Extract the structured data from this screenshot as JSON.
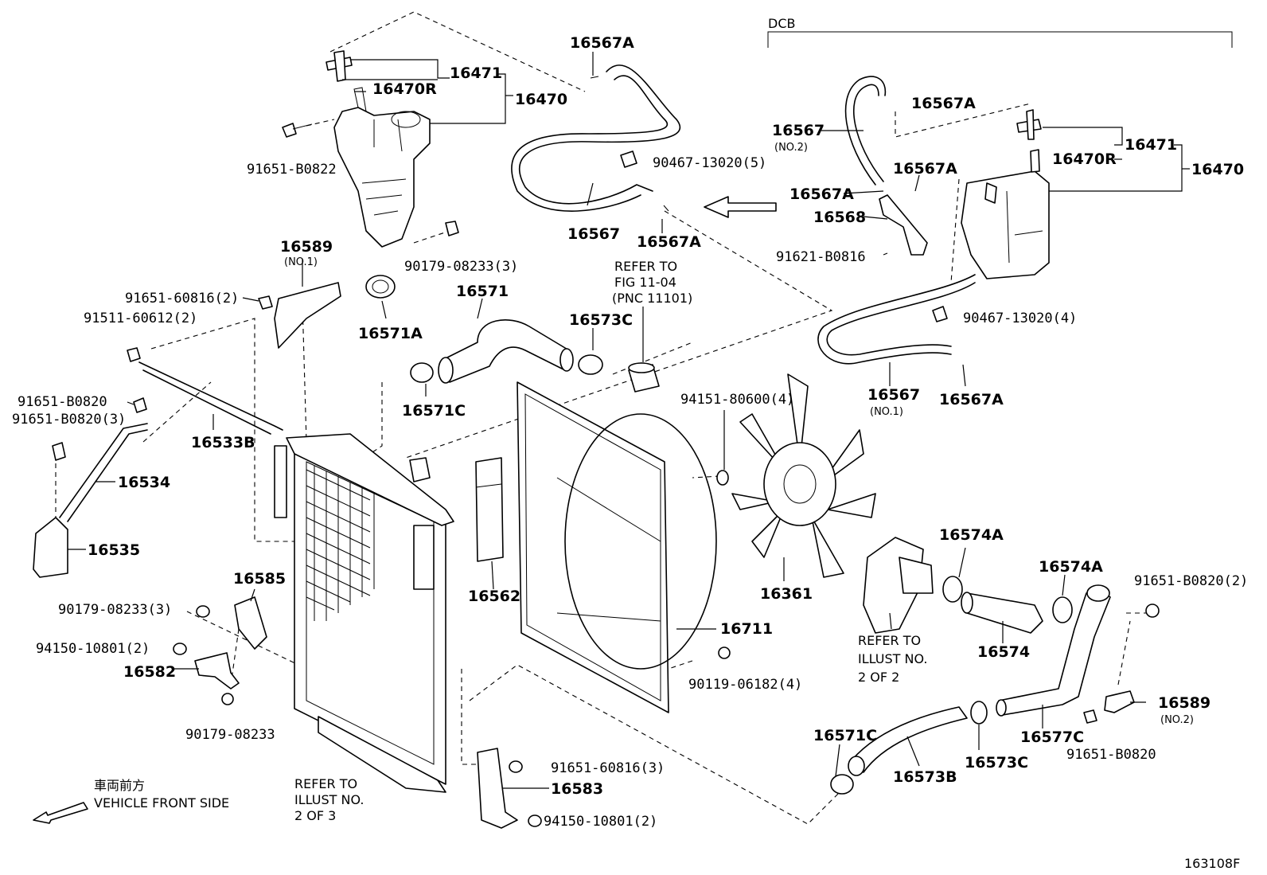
{
  "labels": {
    "p16567A_top": "16567A",
    "p16471_left": "16471",
    "p16470R_left": "16470R",
    "p16470_left": "16470",
    "p91651B0822": "91651-B0822",
    "p90179_08233_3_top": "90179-08233(3)",
    "p90467_5": "90467-13020(5)",
    "p16567_left": "16567",
    "p16567A_mid": "16567A",
    "p16589_no1": "16589",
    "no1_a": "(NO.1)",
    "p91651_60816_2": "91651-60816(2)",
    "p91511_60612_2": "91511-60612(2)",
    "p16571A": "16571A",
    "p16571": "16571",
    "p16573C_top": "16573C",
    "p16571C_top": "16571C",
    "p91651B0820": "91651-B0820",
    "p91651B0820_3": "91651-B0820(3)",
    "p16533B": "16533B",
    "p16534": "16534",
    "p16535": "16535",
    "p16585": "16585",
    "p90179_08233_3_mid": "90179-08233(3)",
    "p94150_10801_2_left": "94150-10801(2)",
    "p16582": "16582",
    "p90179_08233": "90179-08233",
    "p16562": "16562",
    "p16711": "16711",
    "p90119_06182_4": "90119-06182(4)",
    "p94151_80600_4": "94151-80600(4)",
    "p16361": "16361",
    "p91651_60816_3": "91651-60816(3)",
    "p16583": "16583",
    "p94150_10801_2_bot": "94150-10801(2)",
    "dcb": "DCB",
    "p16567A_r1": "16567A",
    "p16567_no2": "16567",
    "no2_a": "(NO.2)",
    "p16567A_r2": "16567A",
    "p16567A_r3": "16567A",
    "p16568": "16568",
    "p91621_B0816": "91621-B0816",
    "p16471_right": "16471",
    "p16470R_right": "16470R",
    "p16470_right": "16470",
    "p90467_4": "90467-13020(4)",
    "p16567_no1": "16567",
    "no1_b": "(NO.1)",
    "p16567A_r4": "16567A",
    "p16574A_1": "16574A",
    "p16574A_2": "16574A",
    "p91651_B0820_2": "91651-B0820(2)",
    "p16574": "16574",
    "p16589_no2": "16589",
    "no2_b": "(NO.2)",
    "p16577C": "16577C",
    "p91651_B0820_r": "91651-B0820",
    "p16571C_bot": "16571C",
    "p16573B": "16573B",
    "p16573C_bot": "16573C",
    "p163108F": "163108F"
  },
  "notes": {
    "refer_fig_1": "REFER TO",
    "refer_fig_2": "FIG 11-04",
    "refer_fig_3": "(PNC 11101)",
    "illust2_1": "REFER TO",
    "illust2_2": "ILLUST NO.",
    "illust2_3": "2 OF 2",
    "illust3_1": "REFER TO",
    "illust3_2": "ILLUST NO.",
    "illust3_3": "2 OF 3",
    "front_jp": "車両前方",
    "front_en": "VEHICLE FRONT SIDE"
  }
}
